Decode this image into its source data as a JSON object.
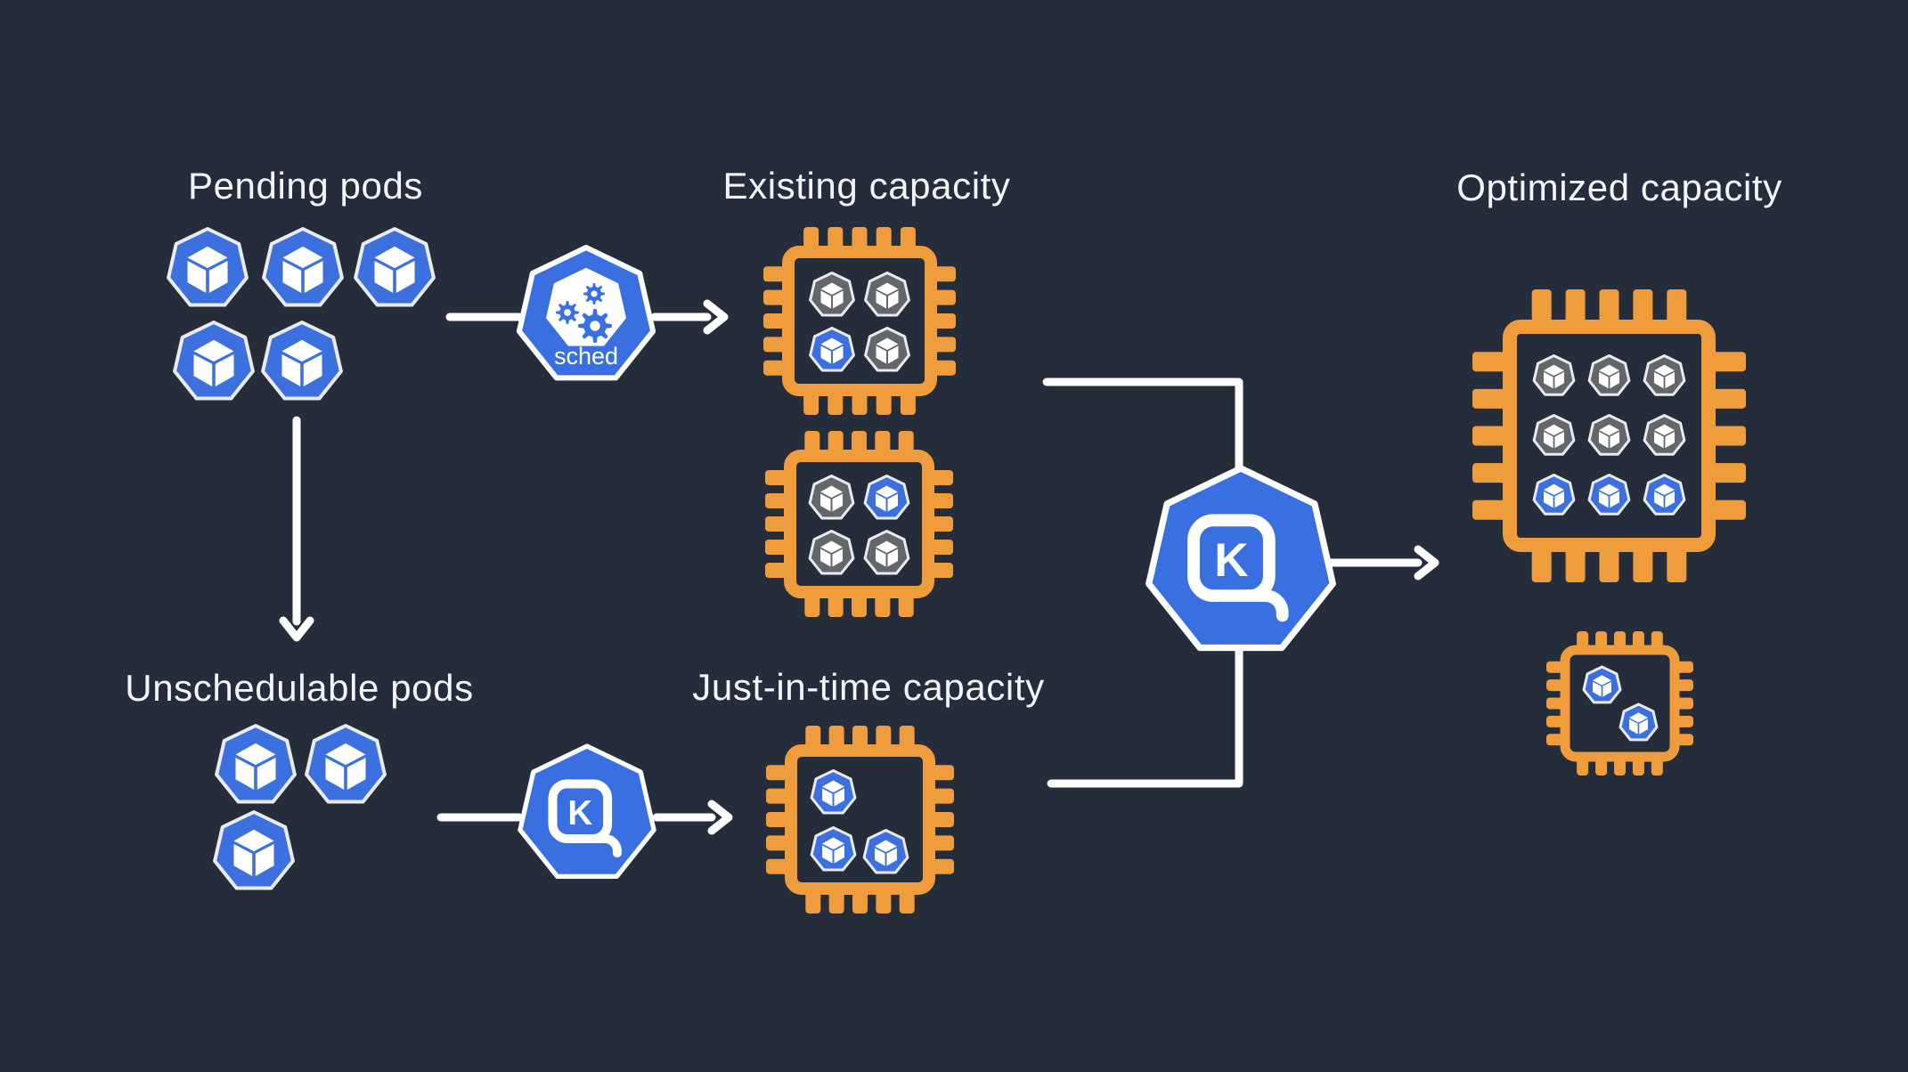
{
  "title": "Karpenter just-in-time capacity diagram",
  "colors": {
    "background": "#252c3a",
    "blue": "#3a6fe2",
    "pod_blue": "#3b70de",
    "pod_gray": "#63666a",
    "pod_border": "#e9ebee",
    "chip_orange": "#ef9d3c",
    "line_white": "#ffffff",
    "text": "#f4f5f7"
  },
  "labels": {
    "pending": "Pending pods",
    "existing": "Existing capacity",
    "unschedulable": "Unschedulable pods",
    "jit": "Just-in-time capacity",
    "optimized": "Optimized capacity",
    "scheduler": "sched",
    "karpenter_letter": "K"
  },
  "diagram": {
    "pending_pods": [
      "blue",
      "blue",
      "blue",
      "blue",
      "blue"
    ],
    "unschedulable_pods": [
      "blue",
      "blue",
      "blue"
    ],
    "existing_capacity_nodes": [
      {
        "pods": [
          "gray",
          "gray",
          "blue",
          "gray"
        ]
      },
      {
        "pods": [
          "gray",
          "blue",
          "gray",
          "gray"
        ]
      }
    ],
    "jit_capacity_nodes": [
      {
        "pods": [
          "blue",
          "blue",
          "blue"
        ]
      }
    ],
    "optimized_capacity_nodes": [
      {
        "pods": [
          "gray",
          "gray",
          "gray",
          "gray",
          "gray",
          "gray",
          "blue",
          "blue",
          "blue"
        ]
      },
      {
        "pods": [
          "blue",
          "blue"
        ]
      }
    ]
  }
}
